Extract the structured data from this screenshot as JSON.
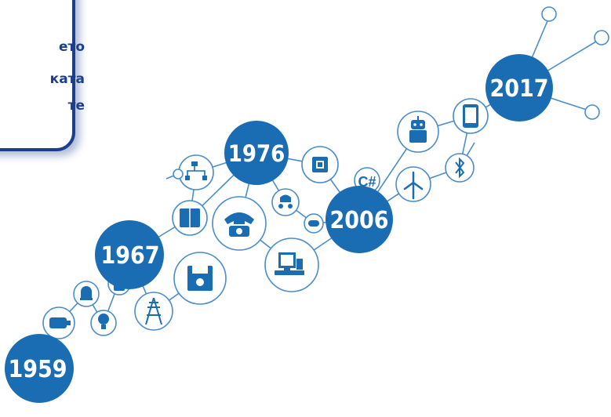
{
  "callout": {
    "lines": [
      "ето",
      "ката",
      "те"
    ]
  },
  "timeline": {
    "years": [
      "1959",
      "1967",
      "1976",
      "2006",
      "2017"
    ]
  },
  "icons": {
    "c_sharp_label": "C#"
  },
  "colors": {
    "primary": "#1a6db3",
    "outline": "#4a8ccc",
    "callout_border": "#1d3f8a",
    "callout_text": "#1d3f8a"
  }
}
